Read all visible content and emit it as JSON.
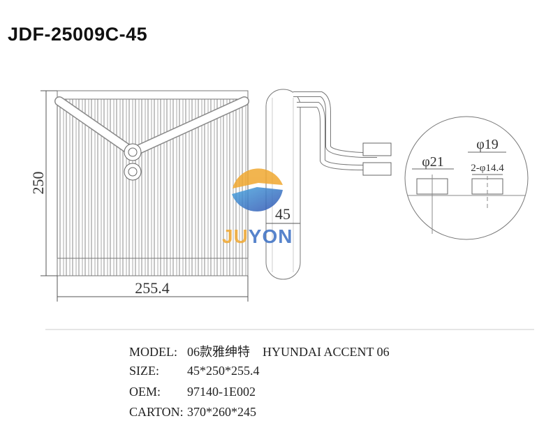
{
  "title": "JDF-25009C-45",
  "dimensions": {
    "height": "250",
    "width": "255.4",
    "depth": "45"
  },
  "detail": {
    "port_a": "φ21",
    "port_b": "φ19",
    "port_b_inner": "2-φ14.4"
  },
  "logo": {
    "part1": "JU",
    "part2": "YON"
  },
  "specs": [
    {
      "label": "MODEL:",
      "value": "06款雅绅特    HYUNDAI ACCENT 06"
    },
    {
      "label": "SIZE:",
      "value": "45*250*255.4"
    },
    {
      "label": "OEM:",
      "value": "97140-1E002"
    },
    {
      "label": "CARTON:",
      "value": "370*260*245"
    }
  ],
  "colors": {
    "logo_orange": "#f0a830",
    "logo_blue": "#3a6fc4"
  }
}
